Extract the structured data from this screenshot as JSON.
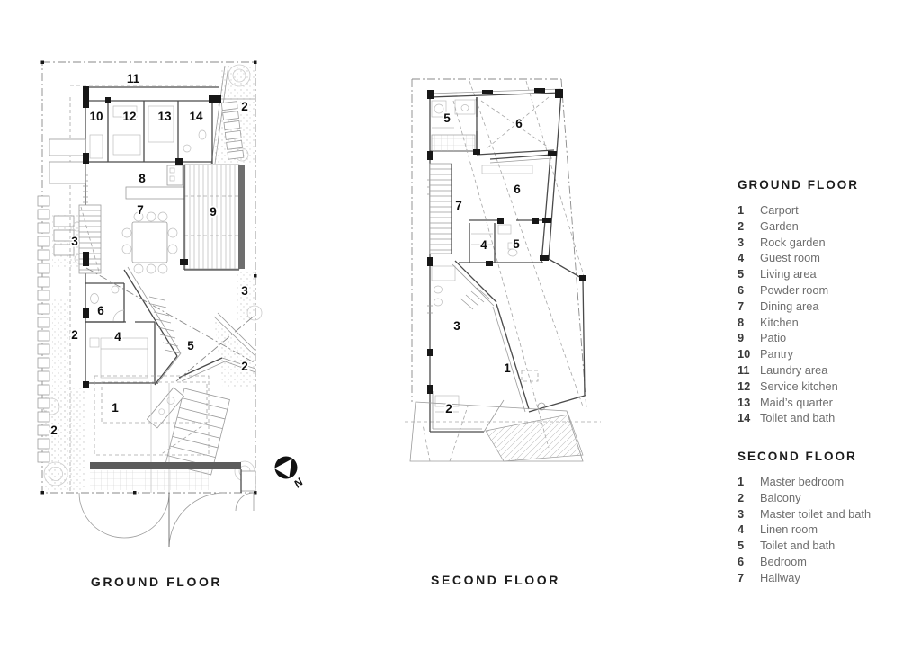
{
  "plans": {
    "ground": {
      "title": "GROUND FLOOR",
      "labels": [
        "11",
        "10",
        "12",
        "13",
        "14",
        "2",
        "8",
        "7",
        "9",
        "3",
        "3",
        "6",
        "2",
        "4",
        "5",
        "2",
        "1",
        "2"
      ]
    },
    "second": {
      "title": "SECOND FLOOR",
      "labels": [
        "5",
        "6",
        "6",
        "7",
        "4",
        "5",
        "3",
        "1",
        "2"
      ]
    }
  },
  "compass": {
    "label": "N"
  },
  "legend": {
    "ground": {
      "heading": "GROUND FLOOR",
      "items": [
        {
          "n": "1",
          "label": "Carport"
        },
        {
          "n": "2",
          "label": "Garden"
        },
        {
          "n": "3",
          "label": "Rock garden"
        },
        {
          "n": "4",
          "label": "Guest room"
        },
        {
          "n": "5",
          "label": "Living area"
        },
        {
          "n": "6",
          "label": "Powder room"
        },
        {
          "n": "7",
          "label": "Dining area"
        },
        {
          "n": "8",
          "label": "Kitchen"
        },
        {
          "n": "9",
          "label": "Patio"
        },
        {
          "n": "10",
          "label": "Pantry"
        },
        {
          "n": "11",
          "label": "Laundry area"
        },
        {
          "n": "12",
          "label": "Service kitchen"
        },
        {
          "n": "13",
          "label": "Maid’s quarter"
        },
        {
          "n": "14",
          "label": "Toilet and bath"
        }
      ]
    },
    "second": {
      "heading": "SECOND FLOOR",
      "items": [
        {
          "n": "1",
          "label": "Master bedroom"
        },
        {
          "n": "2",
          "label": "Balcony"
        },
        {
          "n": "3",
          "label": "Master toilet and bath"
        },
        {
          "n": "4",
          "label": "Linen room"
        },
        {
          "n": "5",
          "label": "Toilet and bath"
        },
        {
          "n": "6",
          "label": "Bedroom"
        },
        {
          "n": "7",
          "label": "Hallway"
        }
      ]
    }
  },
  "colors": {
    "ink": "#1c1c1c",
    "line": "#9b9b9b",
    "wall": "#4a4a4a",
    "legend_text": "#6e6e6e",
    "dark_bar": "#5c5c5c"
  }
}
